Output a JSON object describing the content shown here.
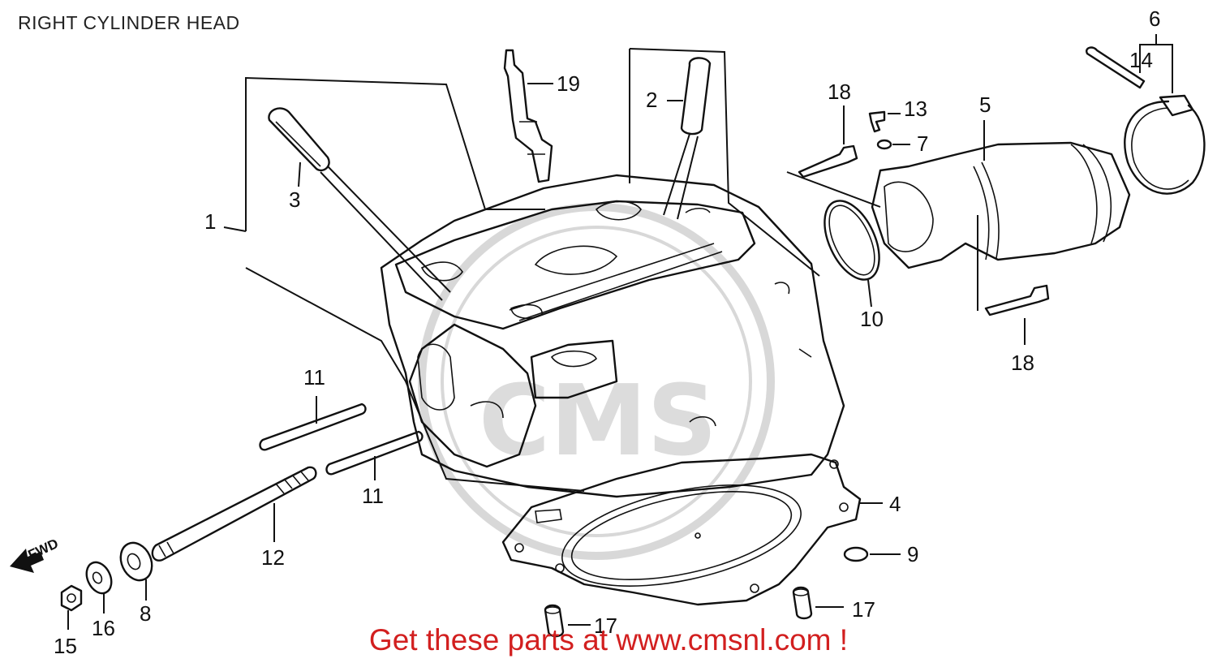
{
  "page": {
    "title": "RIGHT CYLINDER HEAD",
    "footer": "Get these parts at www.cmsnl.com !",
    "footer_color": "#d21f1f"
  },
  "diagram": {
    "direction_label": "FWD",
    "watermark": "CMS",
    "callouts": {
      "p1": "1",
      "p2": "2",
      "p3": "3",
      "p4": "4",
      "p5": "5",
      "p6": "6",
      "p7": "7",
      "p8": "8",
      "p9": "9",
      "p10": "10",
      "p11a": "11",
      "p11b": "11",
      "p12": "12",
      "p13": "13",
      "p14": "14",
      "p15": "15",
      "p16": "16",
      "p17a": "17",
      "p17b": "17",
      "p18a": "18",
      "p18b": "18",
      "p19": "19"
    }
  }
}
